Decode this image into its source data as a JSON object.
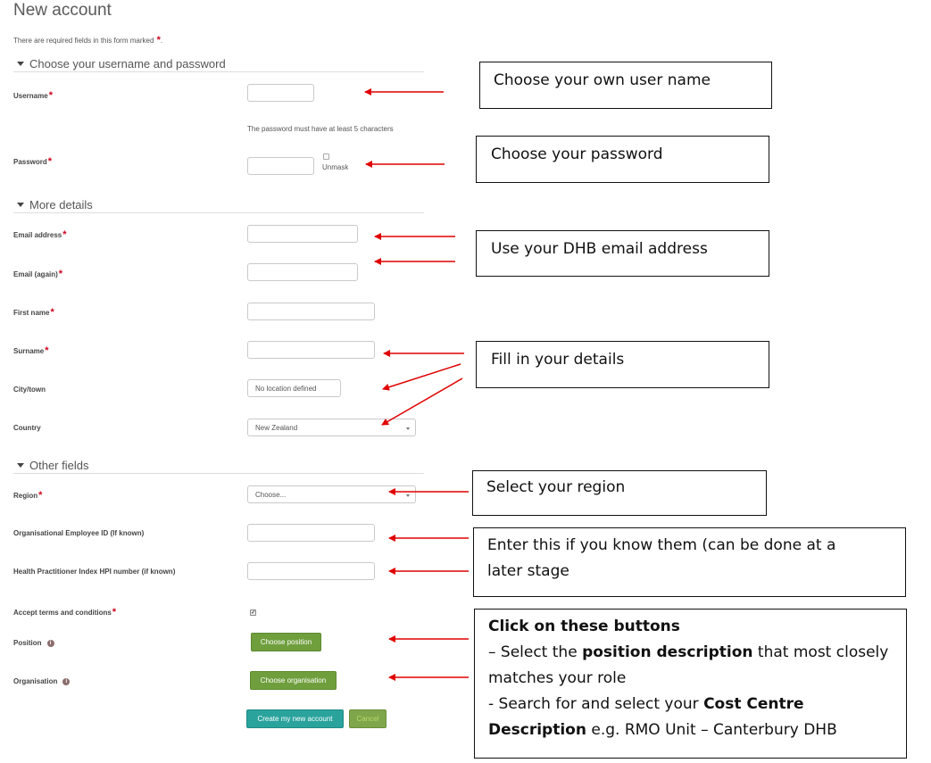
{
  "page": {
    "title": "New account",
    "required_note": "There are required fields in this form marked",
    "required_marker": "*",
    "colors": {
      "required": "#d0021b",
      "accent_green": "#6f9f3d",
      "accent_teal": "#2aa39d",
      "arrow": "#e00000"
    }
  },
  "sections": {
    "username_password": "Choose your username and password",
    "more_details": "More details",
    "other_fields": "Other fields"
  },
  "fields": {
    "username": {
      "label": "Username",
      "value": ""
    },
    "password_hint": "The password must have at least 5 characters",
    "password": {
      "label": "Password",
      "value": "",
      "unmask_label": "Unmask"
    },
    "email": {
      "label": "Email address",
      "value": ""
    },
    "email_again": {
      "label": "Email (again)",
      "value": ""
    },
    "first_name": {
      "label": "First name",
      "value": ""
    },
    "surname": {
      "label": "Surname",
      "value": ""
    },
    "city": {
      "label": "City/town",
      "value": "No location defined"
    },
    "country": {
      "label": "Country",
      "value": "New Zealand"
    },
    "region": {
      "label": "Region",
      "value": "Choose..."
    },
    "employee_id": {
      "label": "Organisational Employee ID (If known)",
      "value": ""
    },
    "hpi_number": {
      "label": "Health Practitioner Index HPI number (if known)",
      "value": ""
    },
    "accept_terms": {
      "label": "Accept terms and conditions",
      "checked": true
    },
    "position": {
      "label": "Position",
      "button": "Choose position"
    },
    "organisation": {
      "label": "Organisation",
      "button": "Choose organisation"
    }
  },
  "actions": {
    "create": "Create my new account",
    "cancel": "Cancel"
  },
  "callouts": {
    "username": "Choose your own user name",
    "password": "Choose your password",
    "email": "Use your DHB email address",
    "details": "Fill in your details",
    "region": "Select your region",
    "ids_line1": "Enter this if you know them (can be done at a",
    "ids_line2": "later stage",
    "buttons_heading": "Click on these buttons",
    "buttons_line2_pre": "– Select the ",
    "buttons_line2_bold": "position description",
    "buttons_line2_post": " that most closely",
    "buttons_line3": "matches your role",
    "buttons_line4_pre": "- Search for and select your ",
    "buttons_line4_bold": "Cost Centre",
    "buttons_line5_bold": "Description",
    "buttons_line5_post": " e.g. RMO Unit – Canterbury DHB"
  }
}
